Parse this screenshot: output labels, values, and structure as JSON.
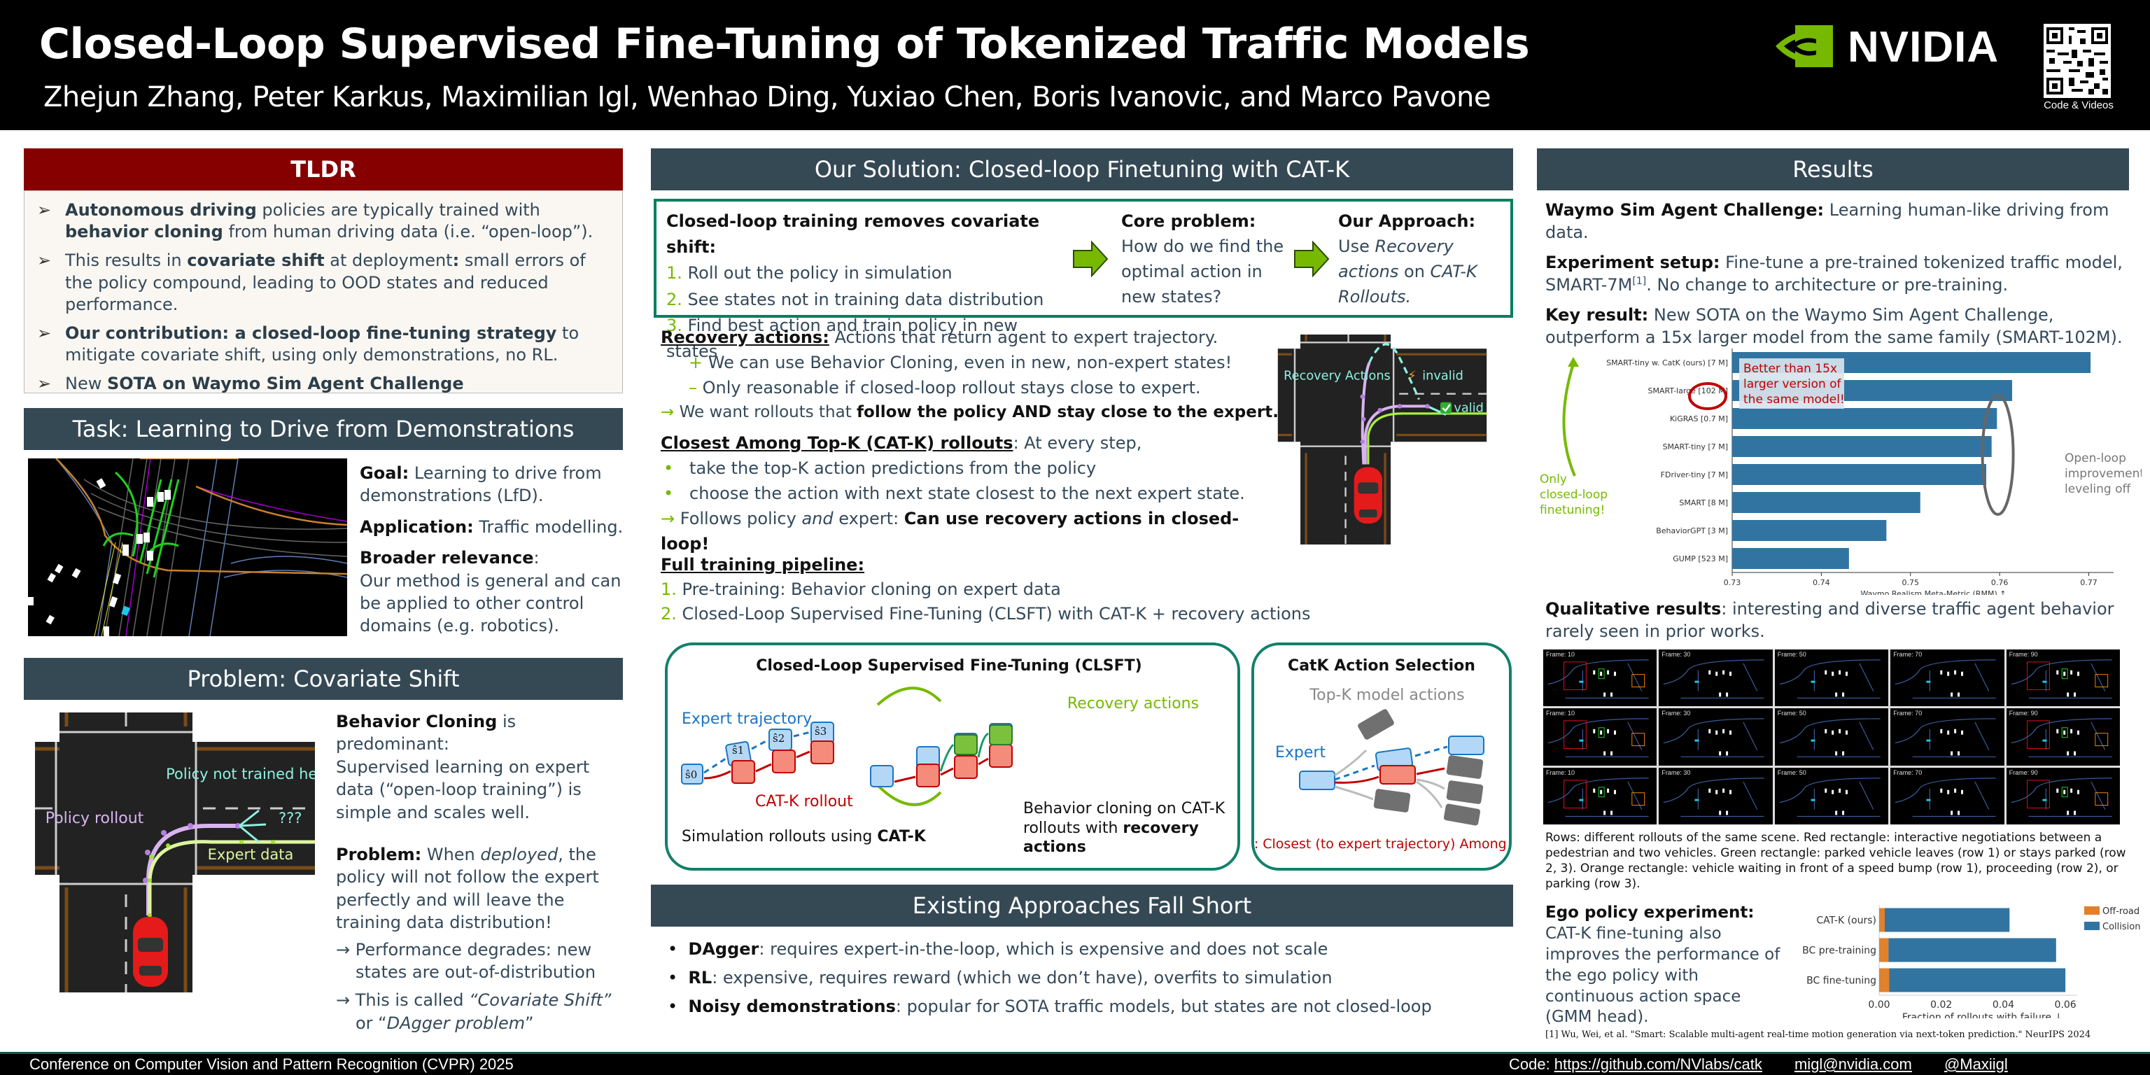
{
  "header": {
    "title": "Closed-Loop Supervised Fine-Tuning of Tokenized Traffic Models",
    "authors": "Zhejun Zhang, Peter Karkus, Maximilian Igl, Wenhao Ding, Yuxiao Chen, Boris Ivanovic, and Marco Pavone",
    "logo_text": "NVIDIA",
    "qr_label": "Code & Videos"
  },
  "colors": {
    "header_bg": "#000000",
    "section_head": "#354955",
    "tldr_head": "#870000",
    "accent_green": "#76b900",
    "box_border": "#00805f",
    "bar_blue": "#3274a1",
    "bar_orange": "#e1812c"
  },
  "tldr": {
    "heading": "TLDR",
    "items": [
      {
        "b1": "Autonomous driving",
        "t1": " policies are typically trained with ",
        "b2": "behavior cloning",
        "t2": " from human driving data (i.e. “open-loop”)."
      },
      {
        "t0": "This results in ",
        "b1": "covariate shift",
        "t1": " at deployment",
        "b2": ":",
        "t2": " small errors of the policy compound, leading to OOD states and reduced performance."
      },
      {
        "b1": "Our contribution: a closed-loop fine-tuning strategy",
        "t1": " to mitigate covariate shift, using only demonstrations, no RL."
      },
      {
        "t0": "New ",
        "b1": "SOTA on Waymo Sim Agent Challenge"
      }
    ]
  },
  "task": {
    "heading": "Task: Learning to Drive from Demonstrations",
    "goal_label": "Goal:",
    "goal_text": " Learning to drive from demonstrations (LfD).",
    "app_label": "Application:",
    "app_text": " Traffic modelling.",
    "broader_label": "Broader relevance",
    "broader_text": "Our method is general and can be applied to other control domains (e.g. robotics)."
  },
  "problem": {
    "heading": "Problem: Covariate Shift",
    "diagram": {
      "policy_rollout": "Policy rollout",
      "not_trained": "Policy not trained here!",
      "qqq": "???",
      "expert_data": "Expert data"
    },
    "bc_label": "Behavior Cloning",
    "bc_text1": " is predominant:",
    "bc_text2": "Supervised learning on expert data (“open-loop training”) is simple and scales well.",
    "problem_label": "Problem:",
    "problem_text1": " When ",
    "problem_em": "deployed",
    "problem_text2": ", the policy will not follow the expert perfectly and will leave the training data distribution!",
    "arrow1": "Performance degrades: new states are out-of-distribution",
    "arrow2_pre": "This is called ",
    "arrow2_em1": "“Covariate Shift”",
    "arrow2_mid": " or “",
    "arrow2_em2": "DAgger problem",
    "arrow2_end": "”"
  },
  "solution": {
    "heading": "Our Solution: Closed-loop Finetuning with CAT-K",
    "box": {
      "col1_title": "Closed-loop training removes covariate shift:",
      "steps": [
        "Roll out the policy in simulation",
        "See states not in training data distribution",
        "Find best action and train policy in new states"
      ],
      "col2_title": "Core problem:",
      "col2_text": "How do we find the optimal action in new states?",
      "col3_title": "Our Approach:",
      "col3_pre": "Use ",
      "col3_em1": "Recovery actions",
      "col3_mid": " on ",
      "col3_em2": "CAT-K Rollouts."
    },
    "recovery": {
      "label": "Recovery actions:",
      "text": " Actions that return agent to expert trajectory.",
      "plus": "We can use Behavior Cloning, even in new, non-expert states!",
      "minus": "Only reasonable if closed-loop rollout stays close to expert.",
      "arrow_pre": "We want rollouts that ",
      "arrow_bold": "follow the policy AND stay close to the expert."
    },
    "catk": {
      "label": "Closest Among Top-K (CAT-K) rollouts",
      "text": ": At every step,",
      "bullets": [
        "take the top-K  action predictions from the policy",
        "choose the action with next state closest to the next expert state."
      ],
      "arrow_pre": "Follows policy ",
      "arrow_em": "and",
      "arrow_mid": " expert: ",
      "arrow_bold": "Can use recovery actions in closed-loop!"
    },
    "pipeline": {
      "label": "Full training pipeline:",
      "steps": [
        "Pre-training: Behavior cloning on expert data",
        "Closed-Loop Supervised Fine-Tuning (CLSFT) with CAT-K + recovery actions"
      ]
    },
    "rec_diagram": {
      "recovery": "Recovery Actions",
      "invalid": "invalid",
      "valid": "valid"
    },
    "clsft": {
      "title": "Closed-Loop Supervised Fine-Tuning (CLSFT)",
      "expert_traj": "Expert trajectory",
      "catk_rollout": "CAT-K rollout",
      "recovery": "Recovery actions",
      "s0": "ŝ0",
      "s1": "ŝ1",
      "s2": "ŝ2",
      "s3": "ŝ3",
      "left_caption_pre": "Simulation rollouts using ",
      "left_caption_bold": "CAT-K",
      "right_caption_pre": "Behavior cloning on CAT-K rollouts with ",
      "right_caption_bold": "recovery actions"
    },
    "catk_sel": {
      "title": "CatK Action Selection",
      "topk": "Top-K model actions",
      "expert": "Expert",
      "caption": "CAT-K: Closest (to expert trajectory) Among Top-K"
    }
  },
  "existing": {
    "heading": "Existing Approaches Fall Short",
    "items": [
      {
        "b": "DAgger",
        "t": ": requires expert-in-the-loop, which is expensive and does not scale"
      },
      {
        "b": "RL",
        "t": ": expensive, requires reward (which we don’t have), overfits to simulation"
      },
      {
        "b": "Noisy demonstrations",
        "t": ": popular for SOTA traffic models, but states are not closed-loop"
      }
    ]
  },
  "results": {
    "heading": "Results",
    "waymo_label": "Waymo Sim Agent Challenge:",
    "waymo_text": " Learning human-like driving from data.",
    "setup_label": "Experiment setup:",
    "setup_text1": " Fine-tune a pre-trained tokenized traffic model, SMART-7M",
    "setup_sup": "[1]",
    "setup_text2": ". No change to architecture or pre-training.",
    "key_label": "Key result:",
    "key_text": " New SOTA on the Waymo Sim Agent Challenge, outperform a 15x larger model from the same family (SMART-102M).",
    "annotations": {
      "better": "Better than 15x larger version of the same model!",
      "only_cl": "Only closed-loop finetuning!",
      "open_loop": "Open-loop improvements leveling off"
    },
    "qual_label": "Qualitative results",
    "qual_text": ": interesting and diverse traffic agent behavior rarely seen in prior works.",
    "frames": [
      "Frame: 10",
      "Frame: 30",
      "Frame: 50",
      "Frame: 70",
      "Frame: 90"
    ],
    "qual_caption": "Rows: different rollouts of the same scene. Red rectangle: interactive negotiations between a pedestrian and two vehicles. Green rectangle: parked vehicle leaves (row 1) or stays parked (row 2, 3). Orange rectangle: vehicle waiting in front of a speed bump (row 1), proceeding (row 2), or parking (row 3).",
    "ego_label": "Ego policy experiment:",
    "ego_text": " CAT-K fine-tuning also improves the performance of the ego policy with continuous action space (GMM head).",
    "reference": "[1] Wu, Wei, et al. \"Smart: Scalable multi-agent real-time motion generation via next-token prediction.\" NeurIPS 2024"
  },
  "chart_data": [
    {
      "type": "bar",
      "orientation": "horizontal",
      "title": "",
      "categories": [
        "SMART-tiny w. CatK (ours) [7 M]",
        "SMART-large [102 M]",
        "KiGRAS [0.7 M]",
        "SMART-tiny [7 M]",
        "FDriver-tiny [7 M]",
        "SMART [8 M]",
        "BehaviorGPT [3 M]",
        "GUMP [523 M]"
      ],
      "values": [
        0.7702,
        0.7614,
        0.7597,
        0.7591,
        0.7585,
        0.7511,
        0.7473,
        0.7431
      ],
      "xlabel": "Waymo Realism Meta-Metric (RMM) ↑",
      "xlim": [
        0.73,
        0.772
      ],
      "xticks": [
        "0.73",
        "0.74",
        "0.75",
        "0.76",
        "0.77"
      ],
      "grid": false
    },
    {
      "type": "bar",
      "orientation": "horizontal",
      "stacked": true,
      "categories": [
        "CAT-K (ours)",
        "BC pre-training",
        "BC fine-tuning"
      ],
      "series": [
        {
          "name": "Off-road",
          "values": [
            0.0018,
            0.003,
            0.0032
          ]
        },
        {
          "name": "Collision",
          "values": [
            0.0402,
            0.054,
            0.0568
          ]
        }
      ],
      "xlabel": "Fraction of rollouts with failure ↓",
      "xlim": [
        0.0,
        0.062
      ],
      "xticks": [
        "0.00",
        "0.02",
        "0.04",
        "0.06"
      ],
      "legend": "top-right"
    }
  ],
  "footer": {
    "conference": "Conference on Computer Vision and Pattern Recognition (CVPR) 2025",
    "code_label": "Code:",
    "code_url": "https://github.com/NVlabs/catk",
    "email": "migl@nvidia.com",
    "handle": "@Maxiigl"
  }
}
